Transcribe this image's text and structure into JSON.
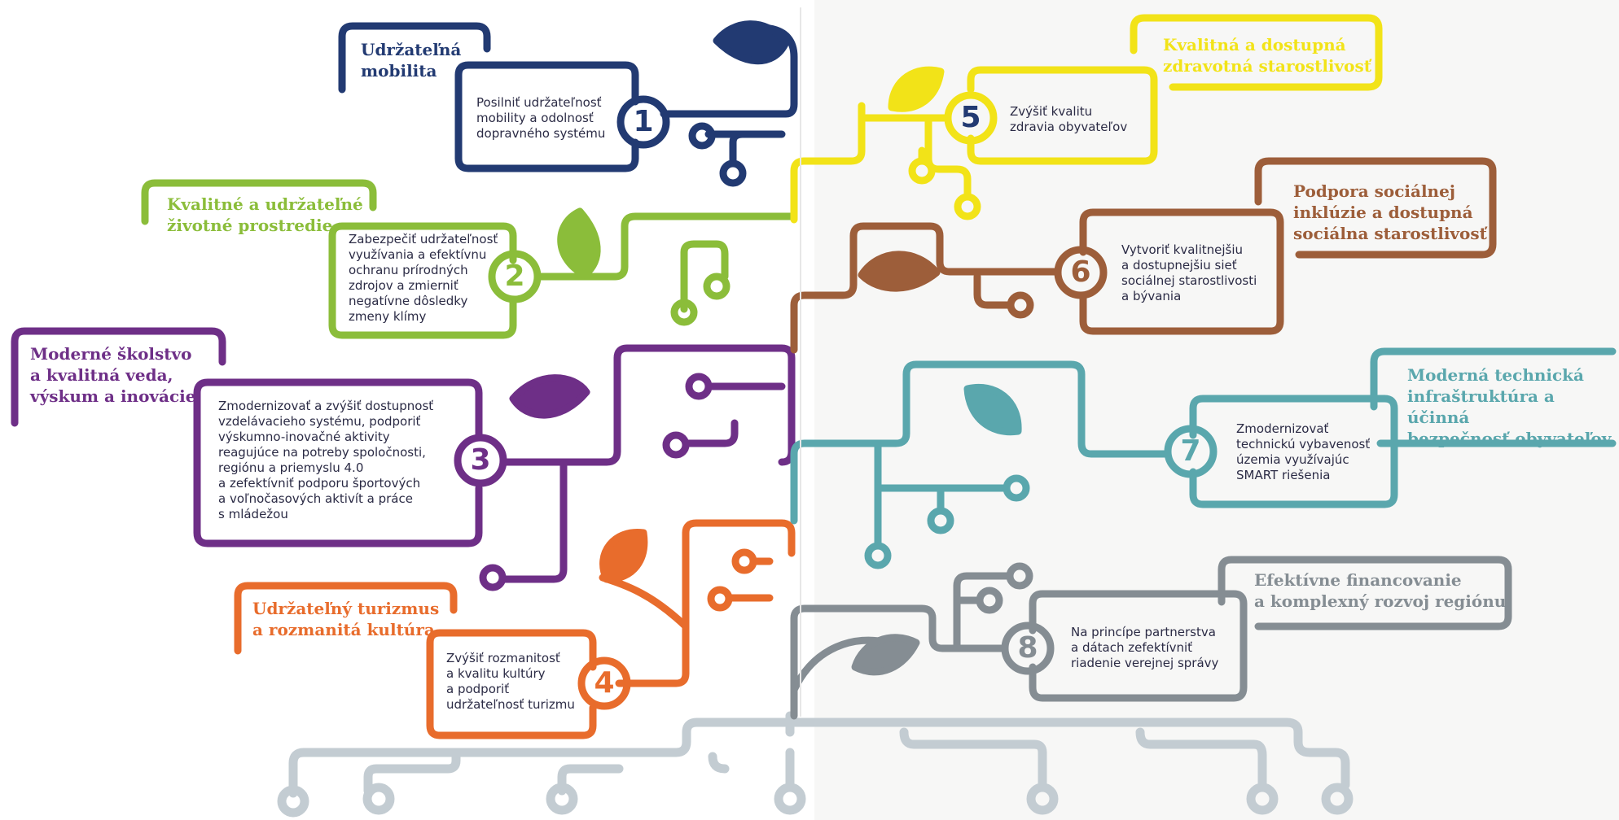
{
  "colors": {
    "navy": "#223a72",
    "green": "#8bbd3a",
    "purple": "#6e2f87",
    "orange": "#e86c2c",
    "yellow": "#f2e318",
    "brown": "#9d5e3a",
    "teal": "#5aa7ad",
    "gray": "#858d93",
    "roots": "#c3ccd2"
  },
  "pillars": [
    {
      "number": "1",
      "title_lines": [
        "Udržateľná",
        "mobilita"
      ],
      "desc_lines": [
        "Posilniť udržateľnosť",
        "mobility a odolnosť",
        "dopravného systému"
      ]
    },
    {
      "number": "2",
      "title_lines": [
        "Kvalitné a udržateľné",
        "životné prostredie"
      ],
      "desc_lines": [
        "Zabezpečiť udržateľnosť",
        "využívania a efektívnu",
        "ochranu prírodných",
        "zdrojov a zmierniť",
        "negatívne dôsledky",
        "zmeny klímy"
      ]
    },
    {
      "number": "3",
      "title_lines": [
        "Moderné školstvo",
        "a kvalitná veda,",
        "výskum a inovácie"
      ],
      "desc_lines": [
        "Zmodernizovať a zvýšiť dostupnosť",
        "vzdelávacieho systému, podporiť",
        "výskumno-inovačné aktivity",
        "reagujúce na potreby spoločnosti,",
        "regiónu a priemyslu 4.0",
        "a zefektívniť podporu športových",
        "a voľnočasových aktivít a práce",
        "s mládežou"
      ]
    },
    {
      "number": "4",
      "title_lines": [
        "Udržateľný turizmus",
        "a rozmanitá kultúra"
      ],
      "desc_lines": [
        "Zvýšiť rozmanitosť",
        "a kvalitu kultúry",
        "a podporiť",
        "udržateľnosť turizmu"
      ]
    },
    {
      "number": "5",
      "title_lines": [
        "Kvalitná a dostupná",
        "zdravotná starostlivosť"
      ],
      "desc_lines": [
        "Zvýšiť kvalitu",
        "zdravia obyvateľov"
      ]
    },
    {
      "number": "6",
      "title_lines": [
        "Podpora sociálnej",
        "inklúzie a dostupná",
        "sociálna starostlivosť"
      ],
      "desc_lines": [
        "Vytvoriť kvalitnejšiu",
        "a dostupnejšiu sieť",
        "sociálnej starostlivosti",
        "a bývania"
      ]
    },
    {
      "number": "7",
      "title_lines": [
        "Moderná technická",
        "infraštruktúra a účinná",
        "bezpečnosť obyvateľov"
      ],
      "desc_lines": [
        "Zmodernizovať",
        "technickú vybavenosť",
        "územia využívajúc",
        "SMART riešenia"
      ]
    },
    {
      "number": "8",
      "title_lines": [
        "Efektívne financovanie",
        "a komplexný rozvoj  regiónu"
      ],
      "desc_lines": [
        "Na princípe partnerstva",
        "a dátach zefektívniť",
        "riadenie verejnej správy"
      ]
    }
  ]
}
